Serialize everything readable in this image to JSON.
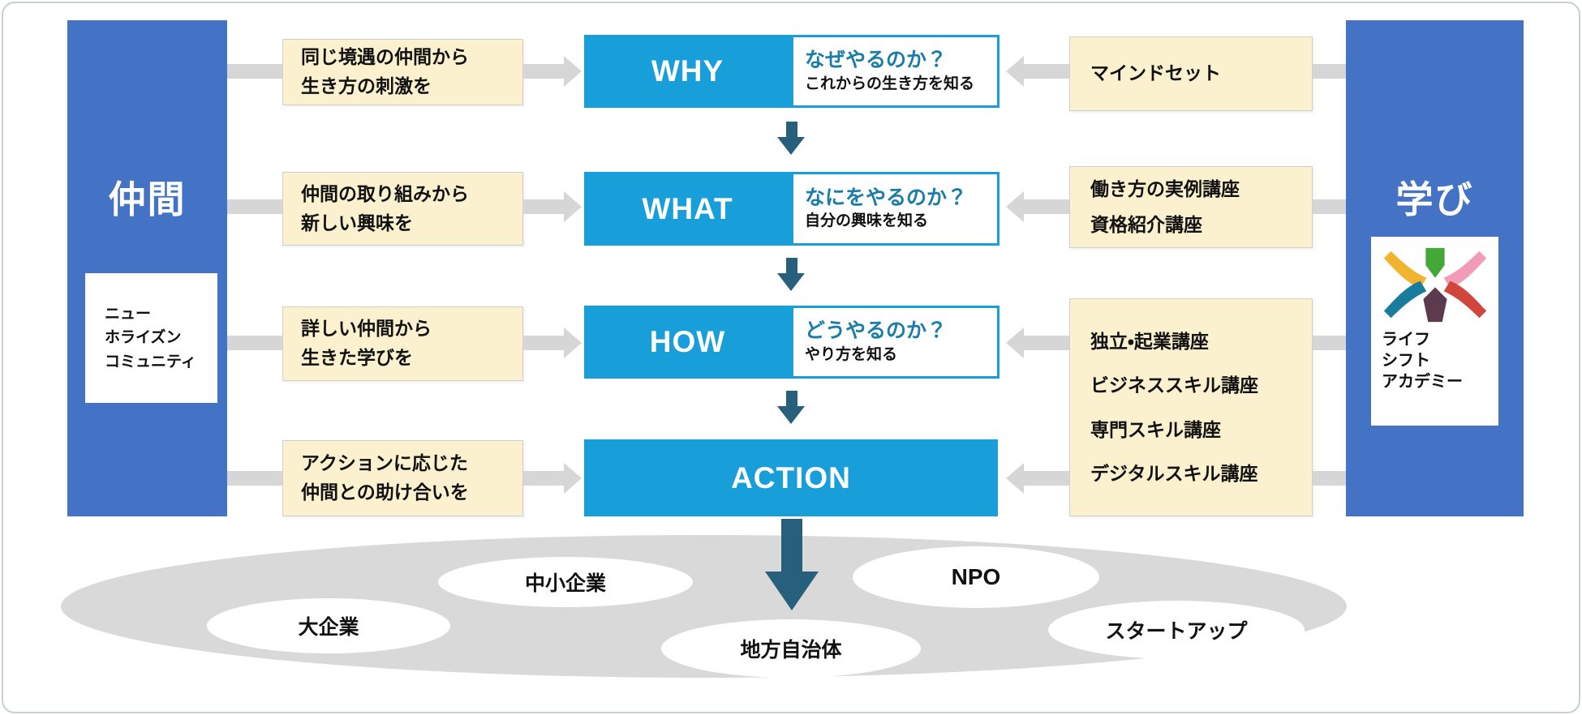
{
  "left_panel": {
    "title": "仲間",
    "badge_lines": [
      "ニュー",
      "ホライズン",
      "コミュニティ"
    ]
  },
  "right_panel": {
    "title": "学び",
    "logo_text_lines": [
      "ライフ",
      "シフト",
      "アカデミー"
    ]
  },
  "flow_steps": [
    {
      "label": "WHY",
      "question": "なぜやるのか？",
      "detail": "これからの生き方を知る"
    },
    {
      "label": "WHAT",
      "question": "なにをやるのか？",
      "detail": "自分の興味を知る"
    },
    {
      "label": "HOW",
      "question": "どうやるのか？",
      "detail": "やり方を知る"
    },
    {
      "label": "ACTION"
    }
  ],
  "peer_notes": [
    {
      "line1": "同じ境遇の仲間から",
      "line2": "生き方の刺激を"
    },
    {
      "line1": "仲間の取り組みから",
      "line2": "新しい興味を"
    },
    {
      "line1": "詳しい仲間から",
      "line2": "生きた学びを"
    },
    {
      "line1": "アクションに応じた",
      "line2": "仲間との助け合いを"
    }
  ],
  "learning_notes": {
    "why": "マインドセット",
    "what": [
      "働き方の実例講座",
      "資格紹介講座"
    ],
    "how_action": [
      "独立・起業講座",
      "ビジネススキル講座",
      "専門スキル講座",
      "デジタルスキル講座"
    ]
  },
  "organizations": [
    "大企業",
    "中小企業",
    "地方自治体",
    "NPO",
    "スタートアップ"
  ],
  "colors": {
    "panel_blue": "#4472C4",
    "step_cyan": "#189FD9",
    "question_teal": "#1A7CA8",
    "arrow_teal": "#275F7D",
    "note_yellow": "#FBF1CF",
    "connector_gray": "#D6D6D6",
    "ellipse_gray": "#D9D9D9"
  }
}
